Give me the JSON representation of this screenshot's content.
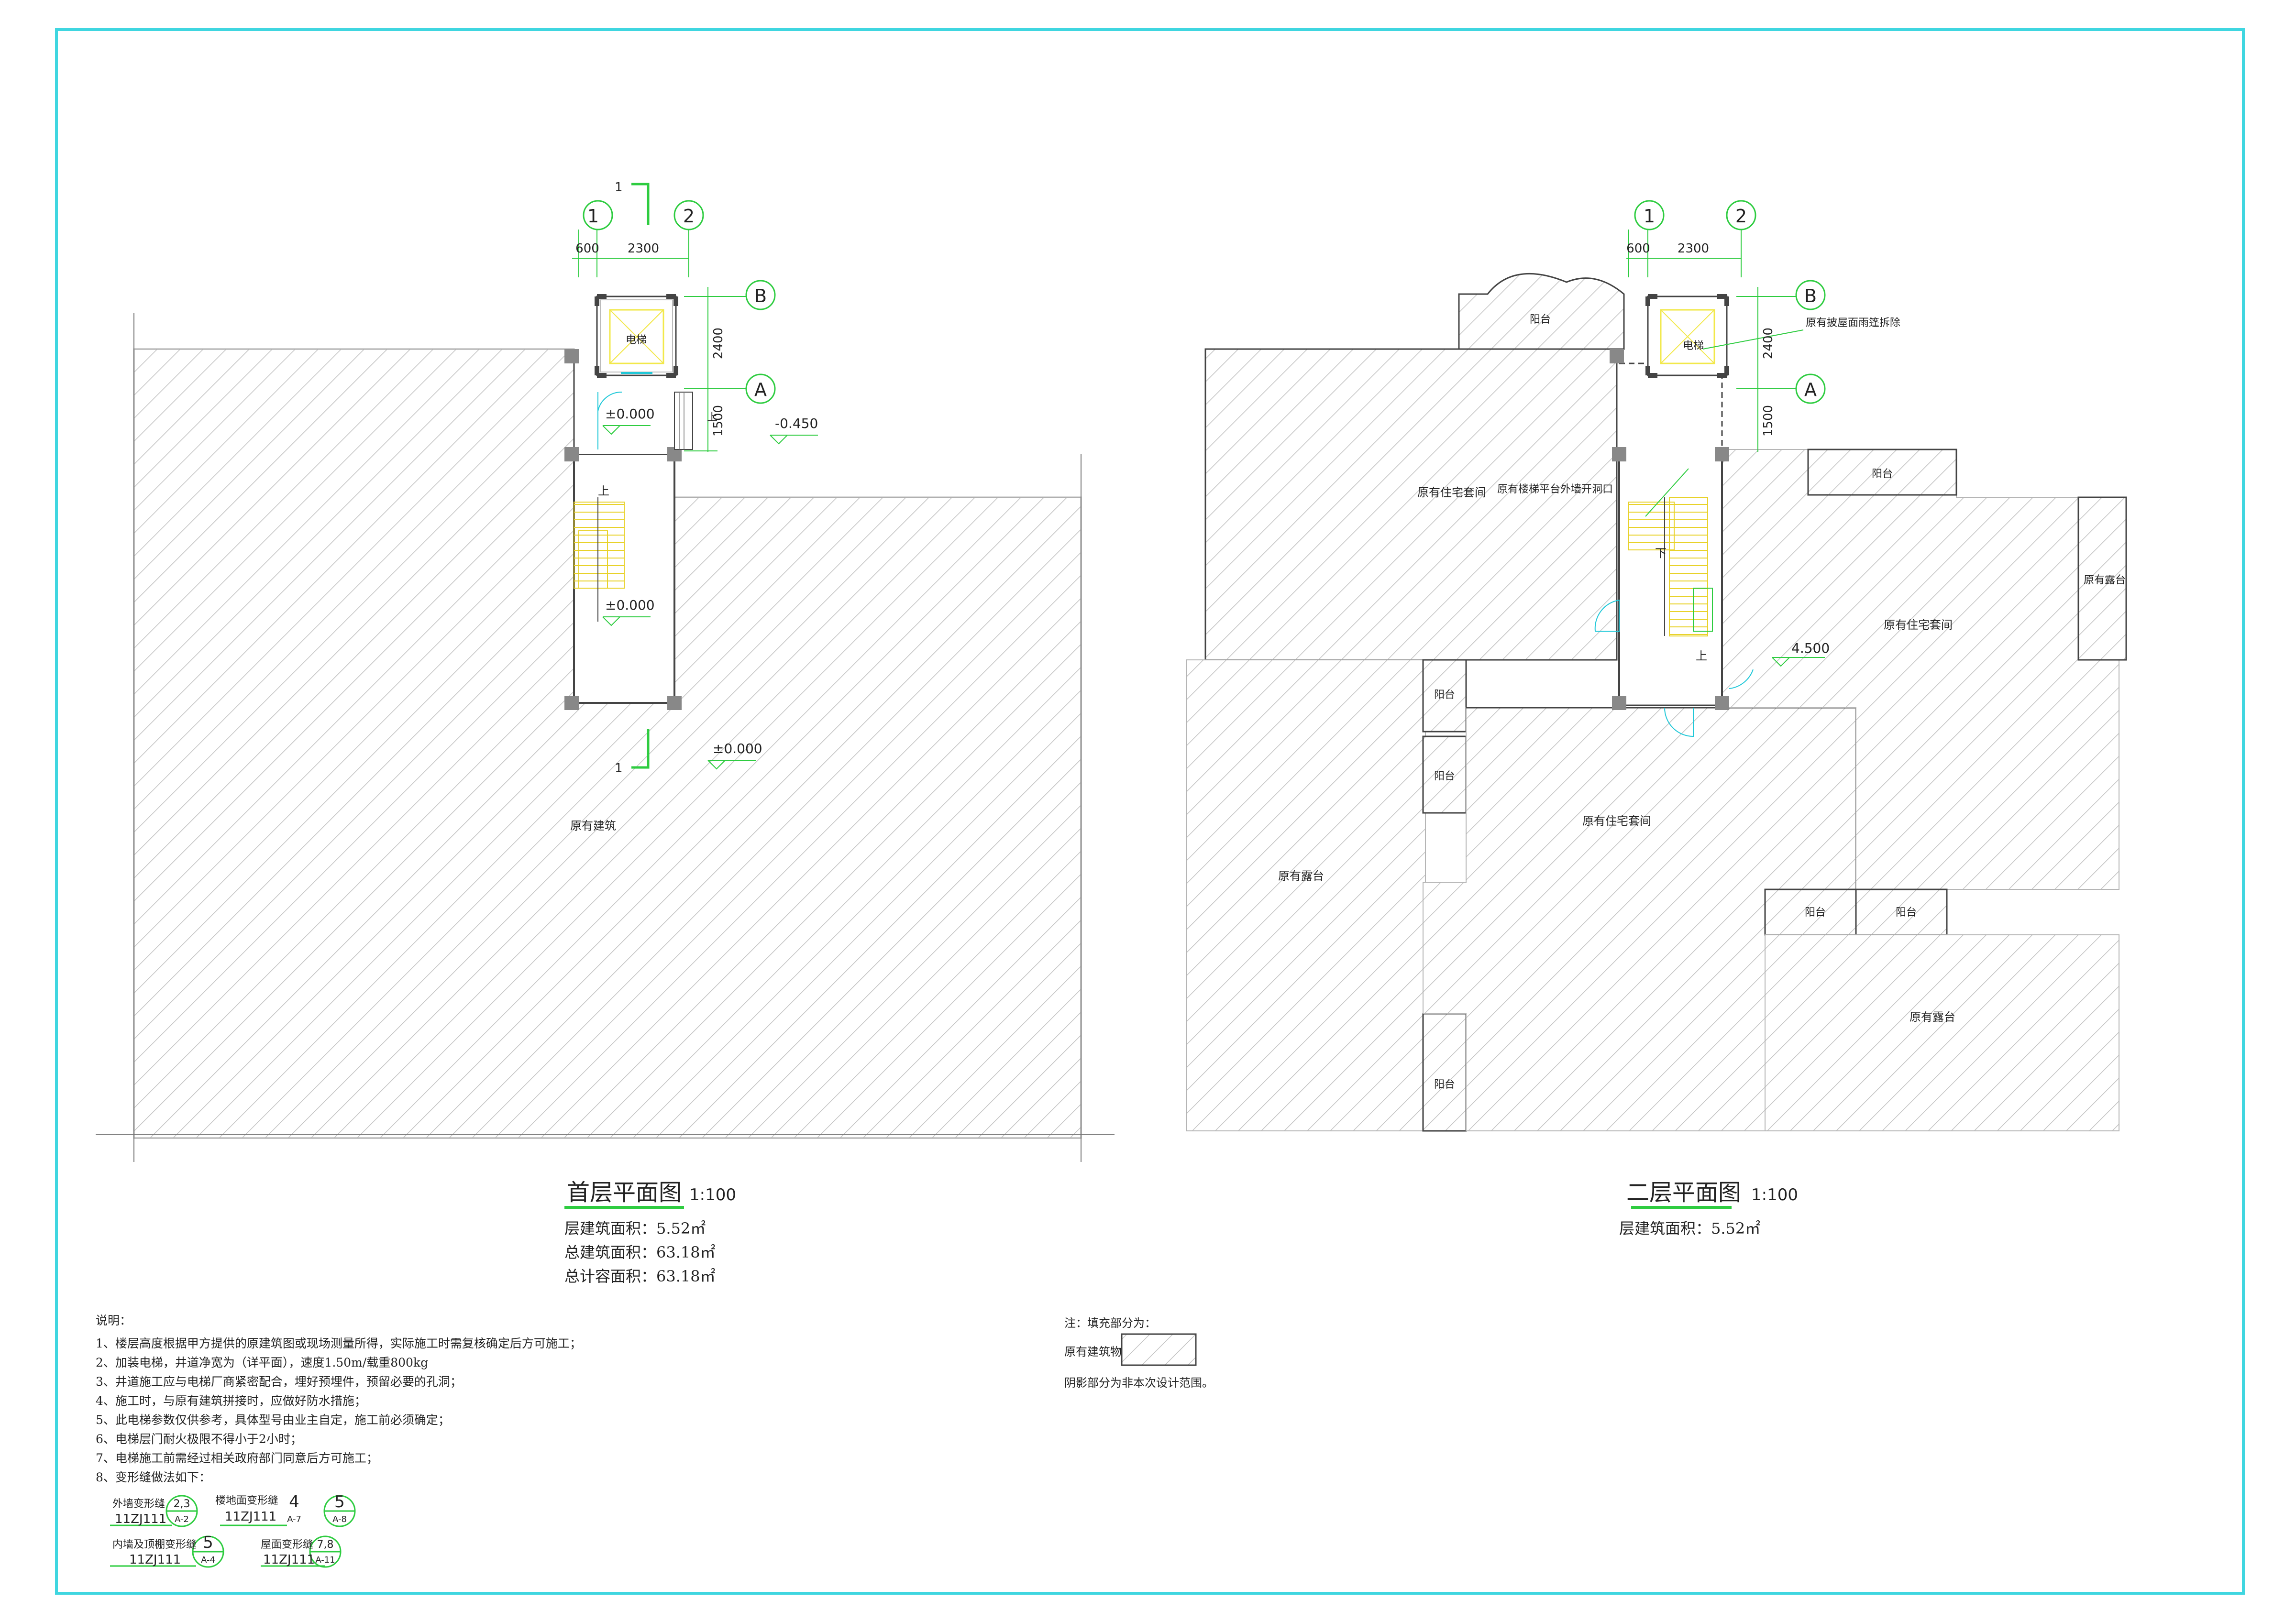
{
  "ground_floor": {
    "axis_1": "1",
    "axis_2": "2",
    "axis_a": "A",
    "axis_b": "B",
    "dim_600": "600",
    "dim_2300": "2300",
    "dim_2400": "2400",
    "dim_1500": "1500",
    "section_mark": "1",
    "elevator_label": "电梯",
    "level_entry": "±0.000",
    "level_outside": "-0.450",
    "level_stair": "±0.000",
    "level_ground": "±0.000",
    "stair_up": "上",
    "ramp_up": "上",
    "existing_building": "原有建筑",
    "title": "首层平面图",
    "scale": "1:100",
    "stats": [
      "层建筑面积：5.52㎡",
      "总建筑面积：63.18㎡",
      "总计容面积：63.18㎡"
    ]
  },
  "second_floor": {
    "axis_1": "1",
    "axis_2": "2",
    "axis_a": "A",
    "axis_b": "B",
    "dim_600": "600",
    "dim_2300": "2300",
    "dim_2400": "2400",
    "dim_1500": "1500",
    "elevator_label": "电梯",
    "note_demolish": "原有披屋面雨篷拆除",
    "note_opening": "原有楼梯平台外墙开洞口",
    "balcony": "阳台",
    "terrace": "原有露台",
    "suite": "原有住宅套间",
    "stair_down": "下",
    "stair_up": "上",
    "level": "4.500",
    "title": "二层平面图",
    "scale": "1:100",
    "stats": [
      "层建筑面积：5.52㎡"
    ]
  },
  "legend": {
    "note": "注：填充部分为：",
    "label": "原有建筑物",
    "desc": "阴影部分为非本次设计范围。"
  },
  "notes": {
    "title": "说明：",
    "items": [
      "1、楼层高度根据甲方提供的原建筑图或现场测量所得，实际施工时需复核确定后方可施工；",
      "2、加装电梯，井道净宽为（详平面），速度1.50m/载重800kg",
      "3、井道施工应与电梯厂商紧密配合，埋好预埋件，预留必要的孔洞；",
      "4、施工时，与原有建筑拼接时，应做好防水措施；",
      "5、此电梯参数仅供参考，具体型号由业主自定，施工前必须确定；",
      "6、电梯层门耐火极限不得小于2小时；",
      "7、电梯施工前需经过相关政府部门同意后方可施工；",
      "8、变形缝做法如下："
    ],
    "joints": [
      {
        "label": "外墙变形缝",
        "code": "11ZJ111",
        "num": "2,3",
        "sub": "A-2"
      },
      {
        "label": "楼地面变形缝",
        "code": "11ZJ111",
        "num": "4",
        "sub": "A-7",
        "num2": "5",
        "sub2": "A-8"
      },
      {
        "label": "内墙及顶棚变形缝",
        "code": "11ZJ111",
        "num": "5",
        "sub": "A-4"
      },
      {
        "label": "屋面变形缝",
        "code": "11ZJ111",
        "num": "7,8",
        "sub": "A-11"
      }
    ]
  },
  "colors": {
    "frame": "#3fd6e0",
    "axis": "#2ecc40",
    "yellow": "#f2e84a",
    "cyan": "#20c8d8",
    "hatch": "#bbbbbb",
    "wall": "#444444"
  }
}
